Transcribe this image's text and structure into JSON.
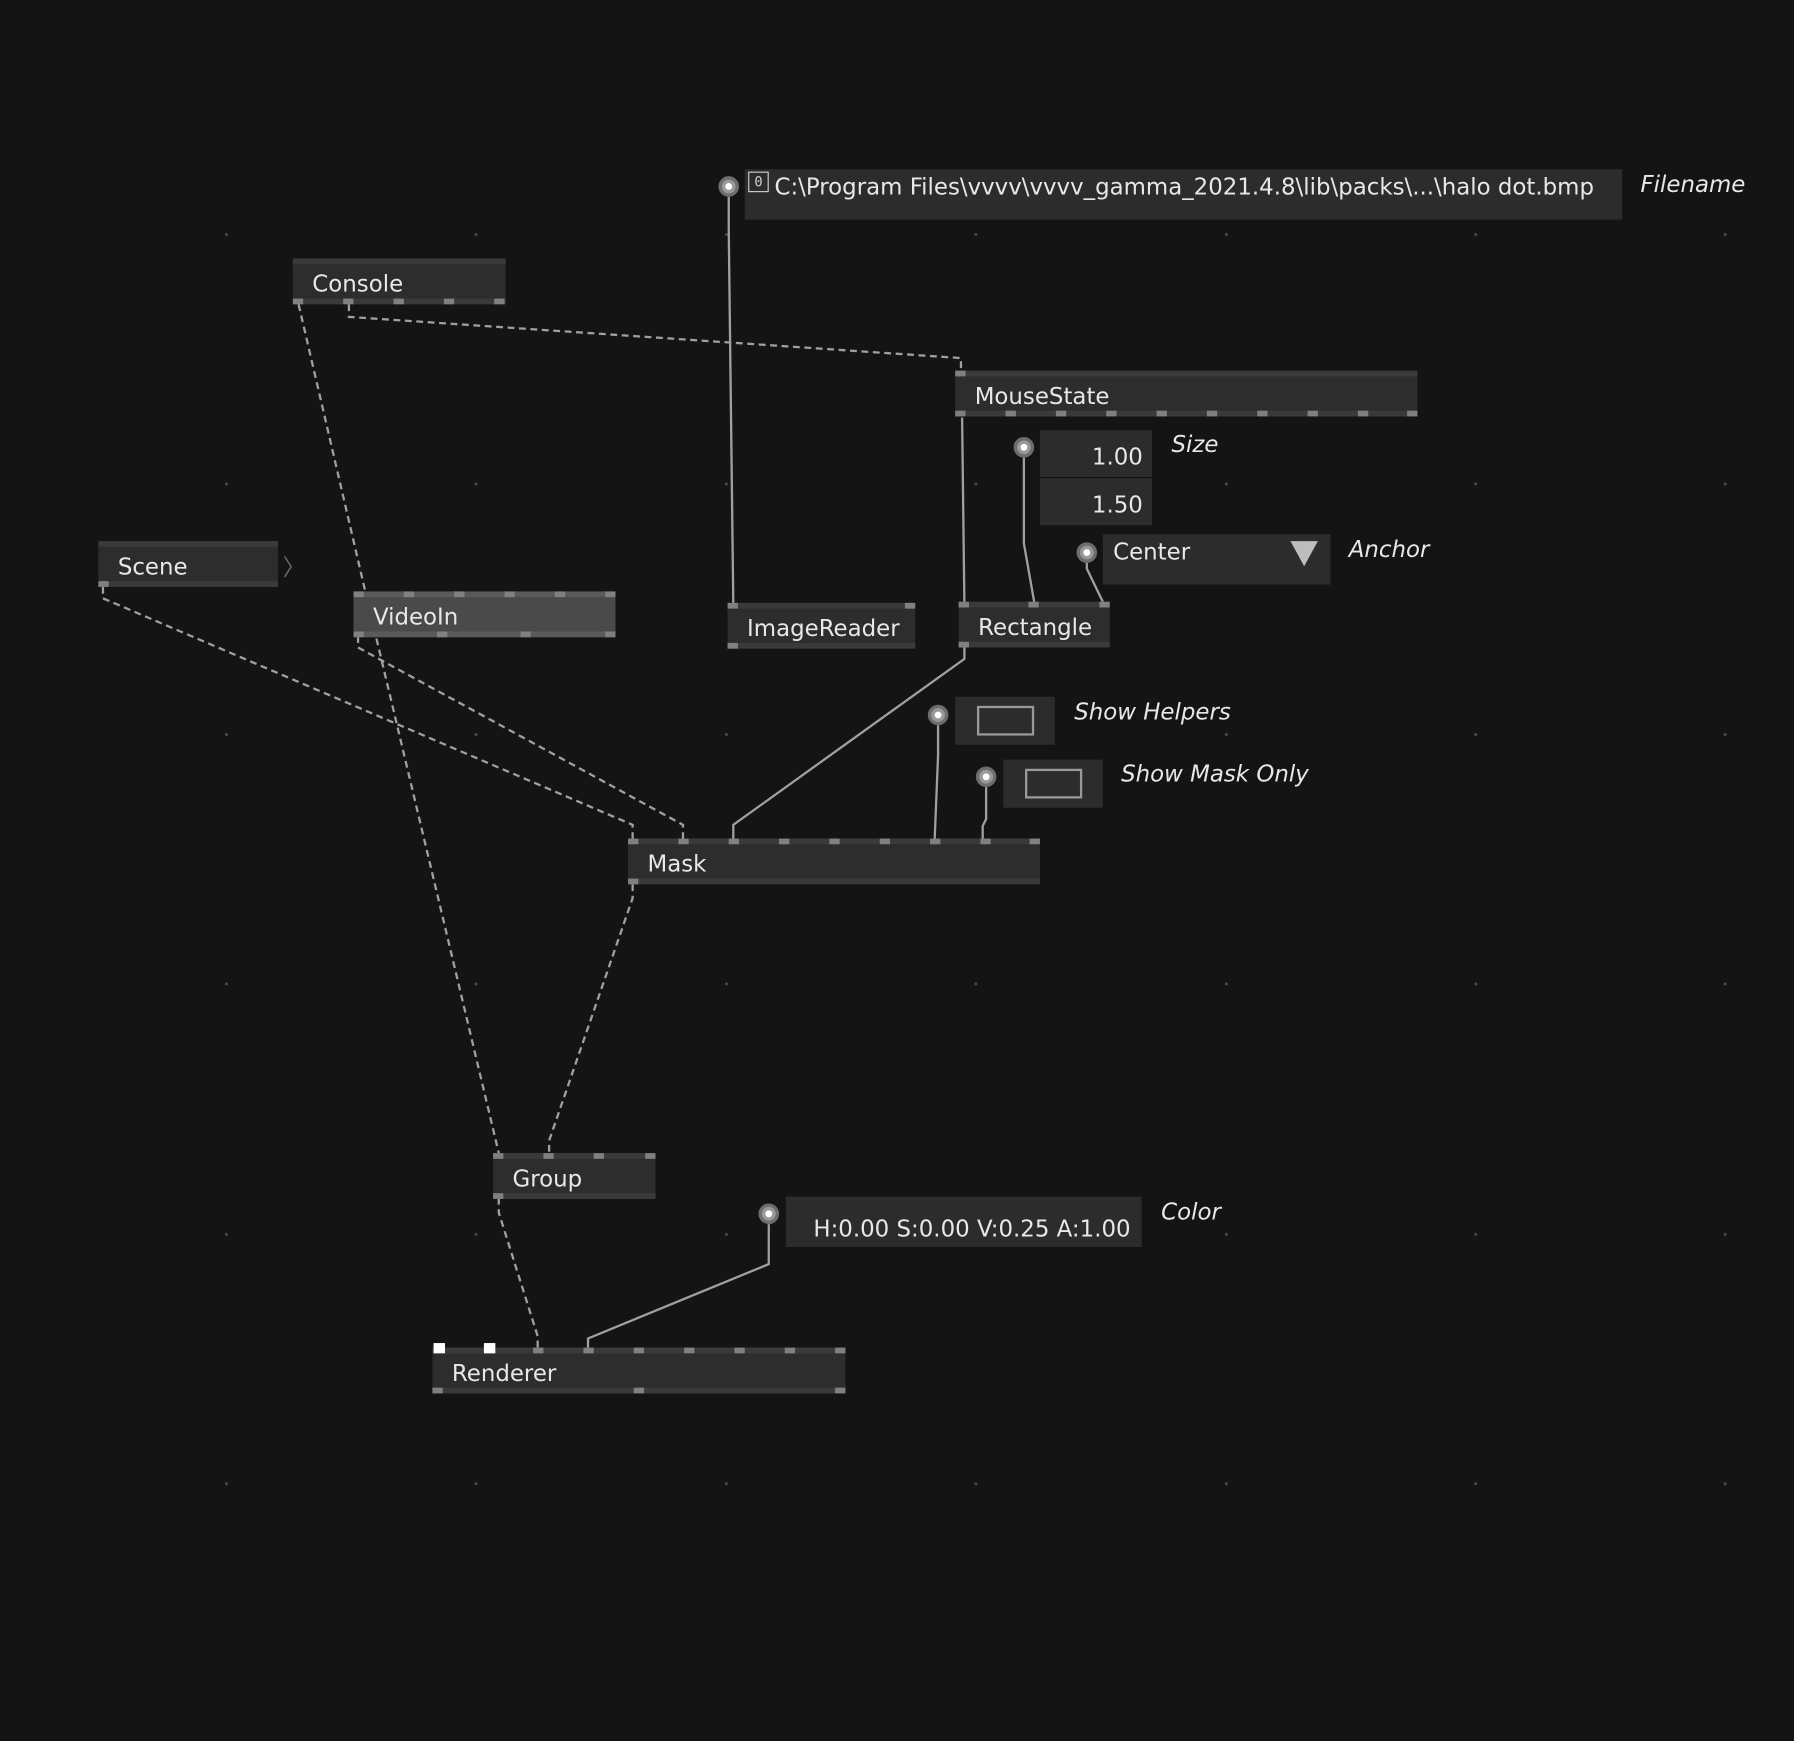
{
  "nodes": {
    "console": "Console",
    "scene": "Scene",
    "video_in": "VideoIn",
    "image_reader": "ImageReader",
    "mouse_state": "MouseState",
    "rectangle": "Rectangle",
    "mask": "Mask",
    "group": "Group",
    "renderer": "Renderer"
  },
  "filename": {
    "value": "C:\\Program Files\\vvvv\\vvvv_gamma_2021.4.8\\lib\\packs\\...\\halo dot.bmp",
    "label": "Filename",
    "icon_text": "0"
  },
  "size": {
    "x": "1.00",
    "y": "1.50",
    "label": "Size"
  },
  "anchor": {
    "value": "Center",
    "label": "Anchor"
  },
  "show_helpers": {
    "label": "Show Helpers",
    "checked": false
  },
  "show_mask_only": {
    "label": "Show Mask Only",
    "checked": false
  },
  "color": {
    "value": "H:0.00 S:0.00 V:0.25 A:1.00",
    "label": "Color"
  },
  "icons": {
    "iobox_knob": "pin-knob-icon",
    "dropdown": "triangle-down-icon",
    "file": "file-icon",
    "expand": "chevron-right-icon"
  },
  "colors": {
    "background": "#141414",
    "node": "#2d2d2d",
    "node_selected": "#4a4a4a",
    "wire": "#a0a0a0",
    "text": "#e8e8e8"
  }
}
